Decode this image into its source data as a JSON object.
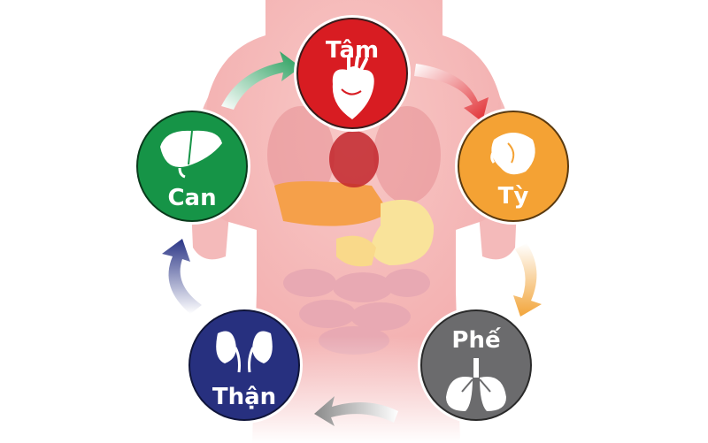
{
  "organs": {
    "tam": {
      "label": "Tâm",
      "color": "#d81c22",
      "icon": "heart-icon"
    },
    "ty": {
      "label": "Tỳ",
      "color": "#f4a234",
      "icon": "spleen-icon"
    },
    "phe": {
      "label": "Phế",
      "color": "#6b6b6d",
      "icon": "lungs-icon"
    },
    "than": {
      "label": "Thận",
      "color": "#27307f",
      "icon": "kidneys-icon"
    },
    "can": {
      "label": "Can",
      "color": "#169447",
      "icon": "liver-icon"
    }
  },
  "cycle_order": [
    "tam",
    "ty",
    "phe",
    "than",
    "can"
  ],
  "body_color": "#f5b8b8"
}
